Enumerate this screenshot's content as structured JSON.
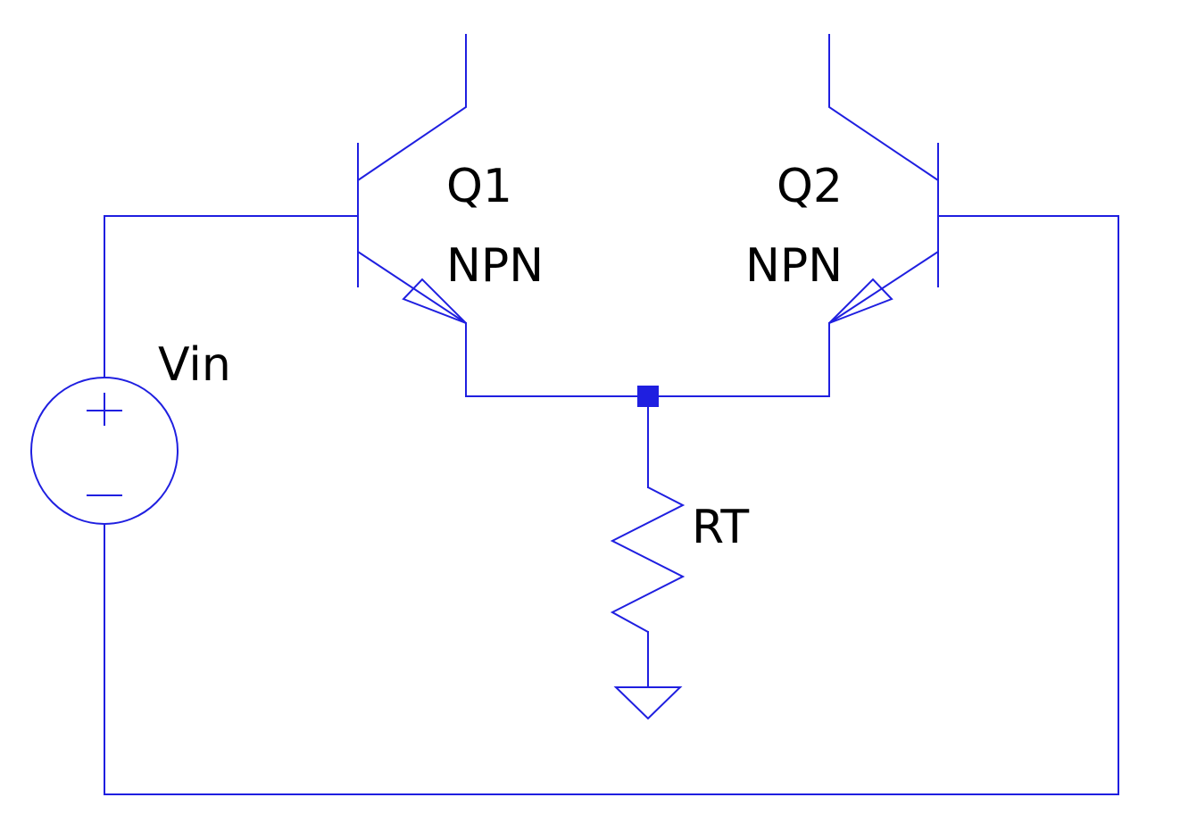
{
  "schematic": {
    "wire_color": "#1f1fe0",
    "label_color": "#000000",
    "components": {
      "q1": {
        "ref": "Q1",
        "type": "NPN"
      },
      "q2": {
        "ref": "Q2",
        "type": "NPN"
      },
      "source": {
        "ref": "Vin",
        "plus_sign": "+",
        "minus_sign": "—"
      },
      "resistor": {
        "ref": "RT"
      },
      "ground": {
        "icon": "ground-icon"
      }
    }
  }
}
